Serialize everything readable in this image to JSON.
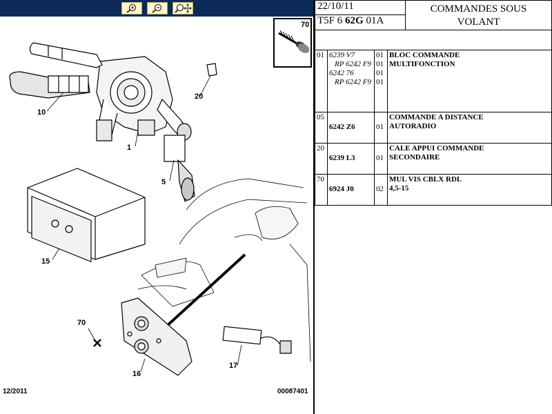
{
  "toolbar": {
    "zoom_in": "zoom-in",
    "zoom_out": "zoom-out",
    "zoom_pan": "zoom-pan"
  },
  "diagram": {
    "callouts": [
      "70",
      "20",
      "10",
      "1",
      "5",
      "15",
      "70",
      "17",
      "16"
    ],
    "footer_left": "12/2011",
    "footer_right": "00087401"
  },
  "header": {
    "date": "22/10/11",
    "code_prefix": "T5F 6 ",
    "code_bold": "62G",
    "code_suffix": " 01A",
    "title_line1": "COMMANDES SOUS",
    "title_line2": "VOLANT"
  },
  "parts": [
    {
      "item": "01",
      "refs": [
        {
          "ref": "6239 V7",
          "qty": "01",
          "style": "alt"
        },
        {
          "ref": "RP 6242 F9",
          "qty": "01",
          "style": "rp"
        },
        {
          "ref": "6242 76",
          "qty": "01",
          "style": "alt"
        },
        {
          "ref": "RP 6242 F9",
          "qty": "01",
          "style": "rp"
        }
      ],
      "desc": [
        "BLOC COMMANDE",
        "MULTIFONCTION"
      ]
    },
    {
      "item": "05",
      "refs": [
        {
          "ref": "6242 Z6",
          "qty": "01",
          "style": "main"
        }
      ],
      "desc": [
        "COMMANDE A DISTANCE",
        "AUTORADIO"
      ]
    },
    {
      "item": "20",
      "refs": [
        {
          "ref": "6239 L3",
          "qty": "01",
          "style": "main"
        }
      ],
      "desc": [
        "CALE APPUI COMMANDE",
        "SECONDAIRE"
      ]
    },
    {
      "item": "70",
      "refs": [
        {
          "ref": "6924 J0",
          "qty": "02",
          "style": "main"
        }
      ],
      "desc": [
        "MUL VIS CBLX RDL",
        "4,5-15"
      ]
    }
  ]
}
